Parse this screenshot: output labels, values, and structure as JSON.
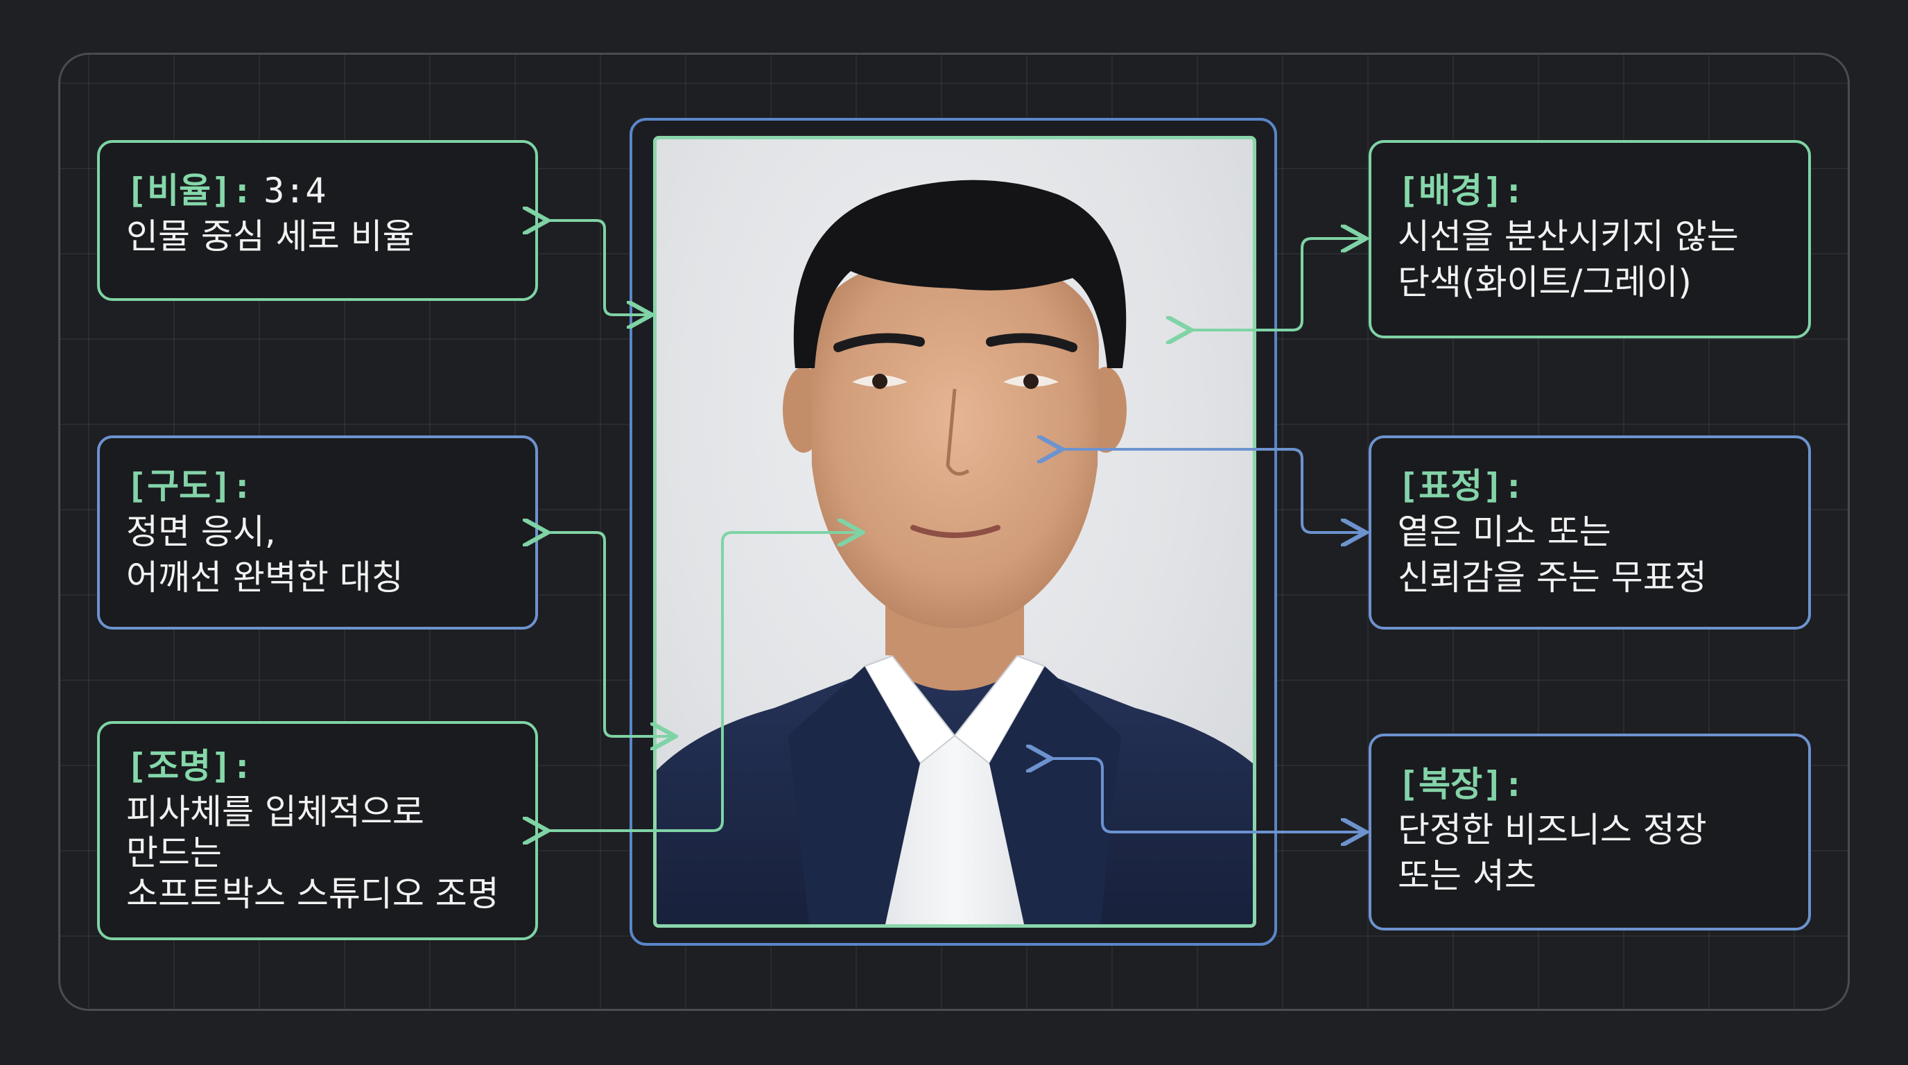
{
  "boxes": {
    "ratio": {
      "key": "[비율]:",
      "value": "3:4",
      "lines": [
        "인물 중심 세로 비율"
      ]
    },
    "composition": {
      "key": "[구도]:",
      "lines": [
        "정면 응시,",
        "어깨선 완벽한 대칭"
      ]
    },
    "lighting": {
      "key": "[조명]:",
      "lines": [
        "피사체를 입체적으로",
        "만드는",
        "소프트박스 스튜디오 조명"
      ]
    },
    "background": {
      "key": "[배경]:",
      "lines": [
        "시선을 분산시키지 않는",
        "단색(화이트/그레이)"
      ]
    },
    "expression": {
      "key": "[표정]:",
      "lines": [
        "옅은 미소 또는",
        "신뢰감을 주는 무표정"
      ]
    },
    "attire": {
      "key": "[복장]:",
      "lines": [
        "단정한 비즈니스 정장",
        "또는 셔츠"
      ]
    }
  },
  "colors": {
    "page_bg": "#1f2024",
    "green_accent": "#7fd3a5",
    "blue_accent": "#6d93cf",
    "photo_bg": "#e1e3e6",
    "suit_navy": "#1f2c4c",
    "shirt_white": "#f4f5f7"
  },
  "photo": {
    "subject": "portrait-headshot",
    "icon": "person-portrait-icon"
  }
}
